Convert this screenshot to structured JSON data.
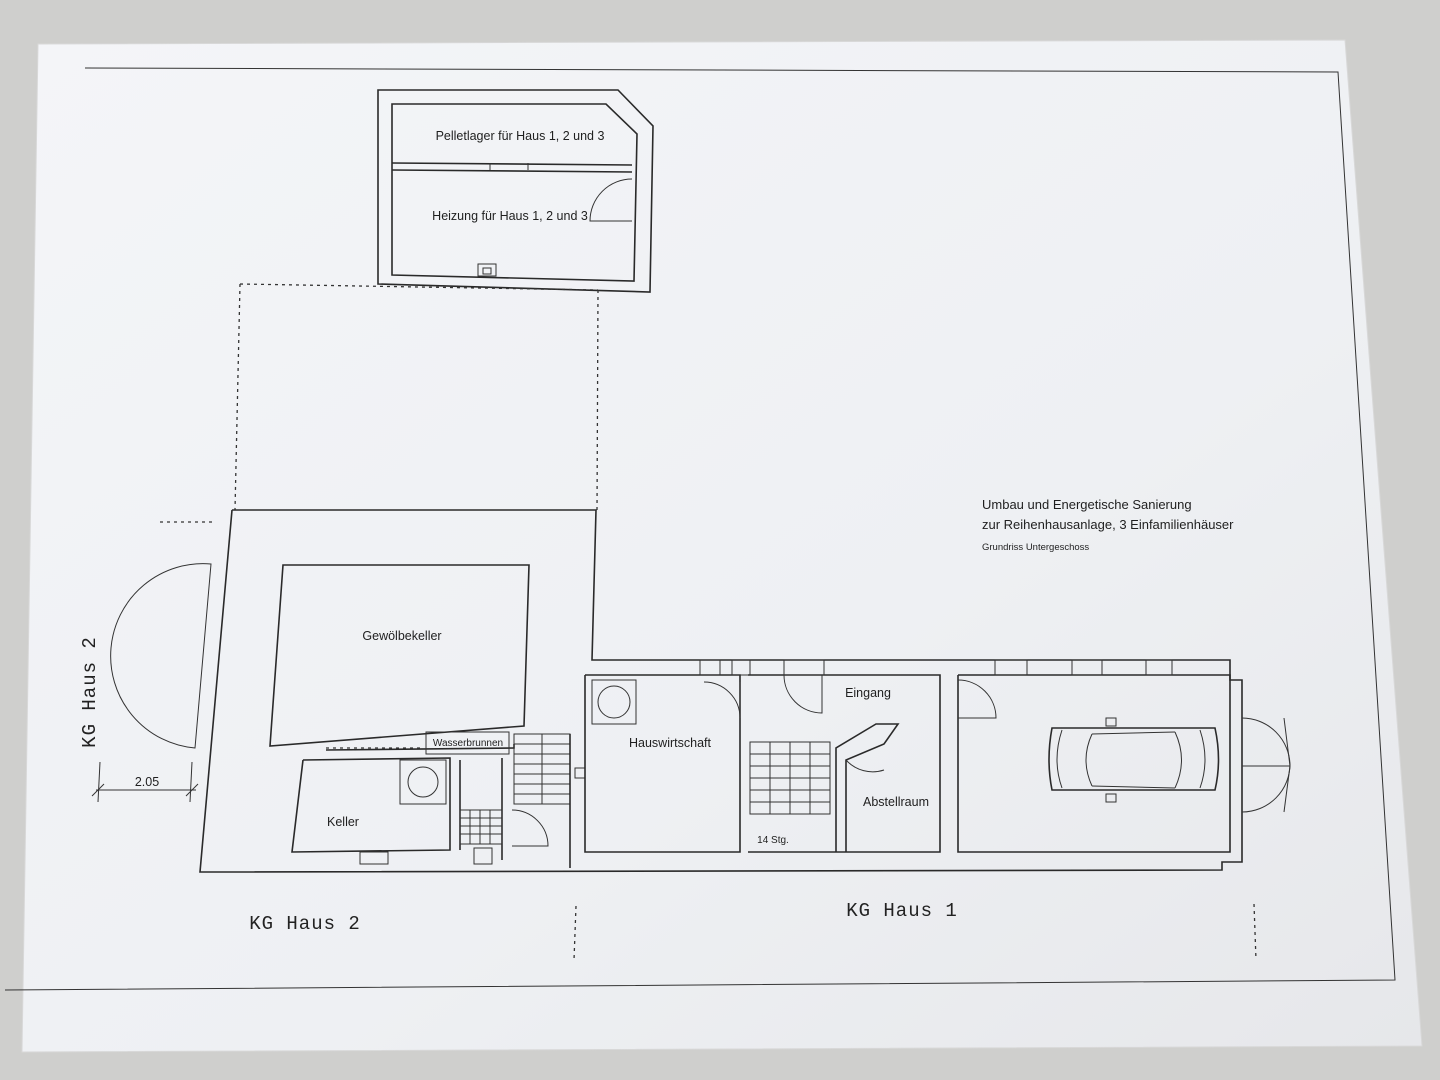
{
  "colors": {
    "paper": "#f2f3f5",
    "background": "#cfcfcd",
    "line": "#2a2a2a"
  },
  "title_block": {
    "line1": "Umbau und Energetische Sanierung",
    "line2": "zur Reihenhausanlage, 3 Einfamilienhäuser",
    "line3": "Grundriss Untergeschoss"
  },
  "rooms": {
    "pelletlager": "Pelletlager für Haus 1, 2 und 3",
    "heizung": "Heizung für Haus 1, 2 und 3",
    "gewoelbekeller": "Gewölbekeller",
    "wasserbrunnen": "Wasserbrunnen",
    "keller": "Keller",
    "hauswirtschaft": "Hauswirtschaft",
    "eingang": "Eingang",
    "abstellraum": "Abstellraum"
  },
  "annotations": {
    "dimension": "2.05",
    "stairs_count": "14 Stg.",
    "kg_haus_2_bottom": "KG Haus 2",
    "kg_haus_1_bottom": "KG Haus 1",
    "kg_haus_2_side": "KG Haus 2"
  }
}
